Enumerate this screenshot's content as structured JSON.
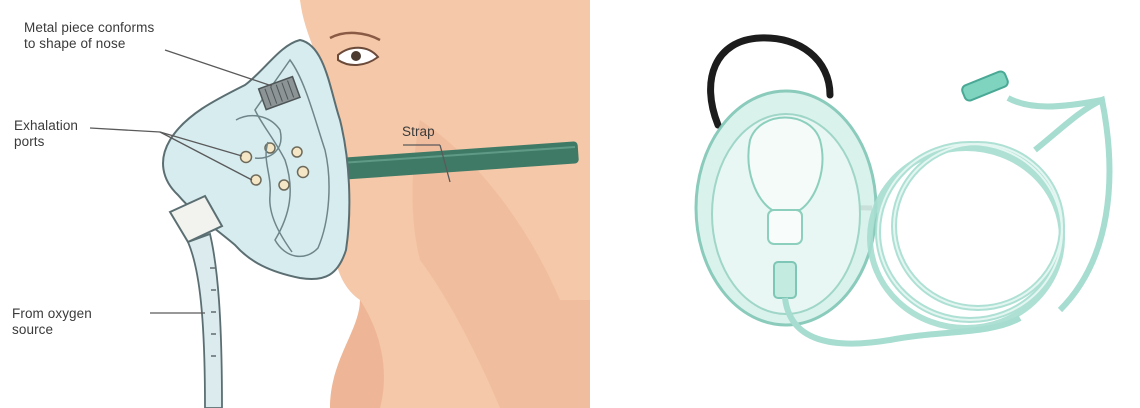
{
  "diagram": {
    "labels": {
      "metal_piece": "Metal piece conforms\nto shape of nose",
      "exhalation_ports": "Exhalation\nports",
      "strap": "Strap",
      "oxygen_source": "From oxygen\nsource"
    }
  },
  "colors": {
    "skin": "#f4c8a8",
    "skin_shadow": "#e9a98a",
    "mask": "#d7ecef",
    "mask_outline": "#5b6f73",
    "strap": "#3f7a66",
    "tubing": "#dcebee",
    "photo_mask": "#c9ece4",
    "photo_tubing": "#bfe7dc",
    "photo_strap": "#1c1c1c"
  }
}
